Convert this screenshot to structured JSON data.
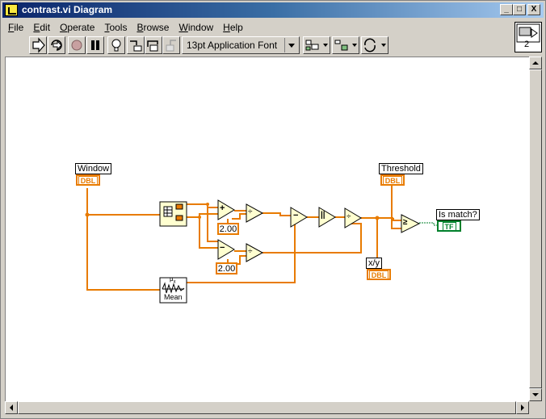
{
  "window": {
    "title": "contrast.vi Diagram",
    "controls": {
      "minimize": "_",
      "maximize": "□",
      "close": "X"
    }
  },
  "menu": [
    {
      "key": "F",
      "rest": "ile"
    },
    {
      "key": "E",
      "rest": "dit"
    },
    {
      "key": "O",
      "rest": "perate"
    },
    {
      "key": "T",
      "rest": "ools"
    },
    {
      "key": "B",
      "rest": "rowse"
    },
    {
      "key": "W",
      "rest": "indow"
    },
    {
      "key": "H",
      "rest": "elp"
    }
  ],
  "toolbar": {
    "buttons": [
      "run-arrow-icon",
      "run-continuously-icon",
      "abort-icon",
      "pause-icon",
      "highlight-execution-icon",
      "step-into-icon",
      "step-over-icon",
      "step-out-icon"
    ],
    "font": "13pt Application Font"
  },
  "icon_pane": {
    "number": "2"
  },
  "diagram": {
    "window_label": "Window",
    "window_type": "DBL",
    "threshold_label": "Threshold",
    "threshold_type": "DBL",
    "xy_label": "x/y",
    "xy_type": "DBL",
    "match_label": "Is match?",
    "match_type": "TF",
    "const1": "2.00",
    "const2": "2.00",
    "mean_label": "Mean",
    "mean_mu": "μ",
    "mean_sub": "x",
    "add_sym": "+",
    "sub_sym": "−",
    "div_sym": "÷",
    "absdiff_sym": "−",
    "abs_sym": "||",
    "div2_sym": "÷",
    "cmp_sym": "≥"
  },
  "colors": {
    "dbl_wire": "#e87b00",
    "bool_wire": "#00802b",
    "title_start": "#0a246a",
    "node_fill": "#ffffd0"
  }
}
